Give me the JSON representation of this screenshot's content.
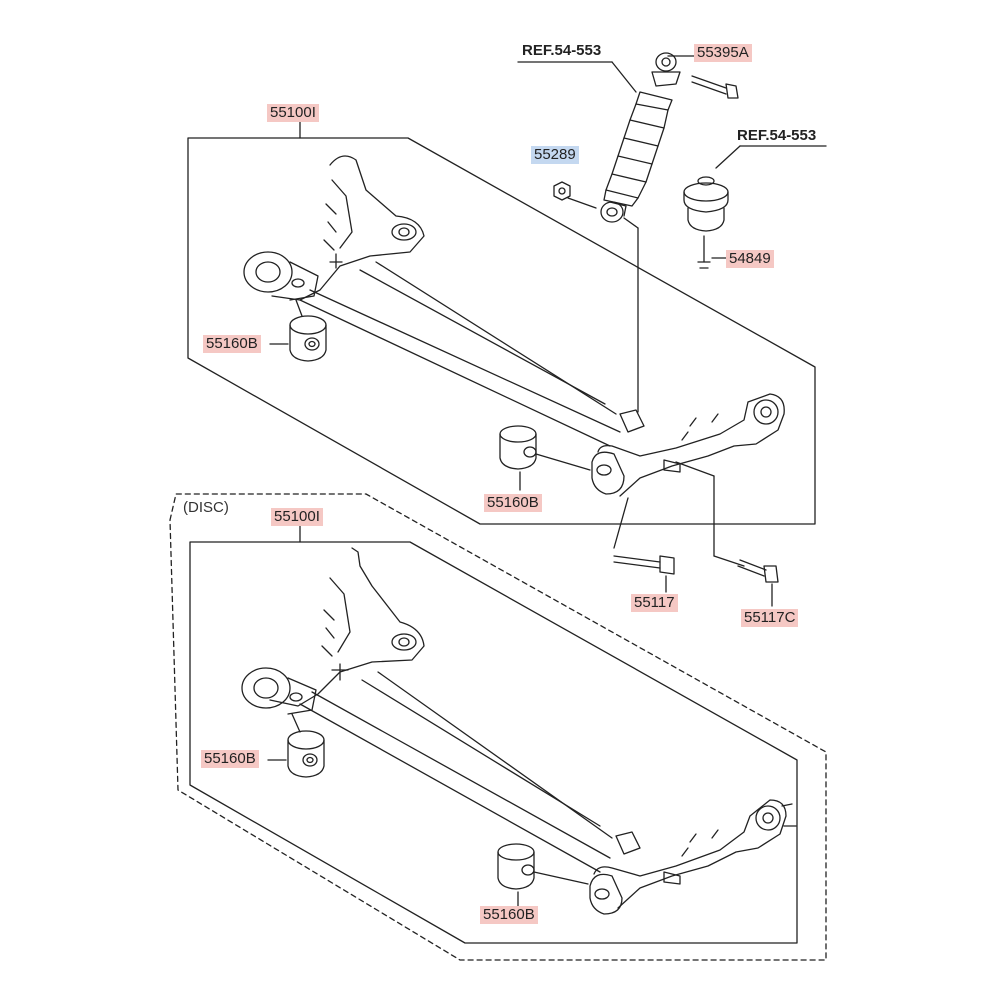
{
  "labels": {
    "upper_axle_part": "55100I",
    "lower_axle_part": "55100I",
    "shock_ref": "REF.54-553",
    "mount_ref": "REF.54-553",
    "shock_bolt": "55395A",
    "nut": "55289",
    "mount_bolt": "54849",
    "upper_bushing_left": "55160B",
    "upper_bushing_right": "55160B",
    "lower_bushing_left": "55160B",
    "lower_bushing_right": "55160B",
    "axle_bolt": "55117",
    "axle_bolt_c": "55117C",
    "disc_group": "(DISC)"
  },
  "colors": {
    "part_label_bg": "#f5c8c4",
    "highlight_label_bg": "#c4d8f0",
    "line": "#222222"
  }
}
